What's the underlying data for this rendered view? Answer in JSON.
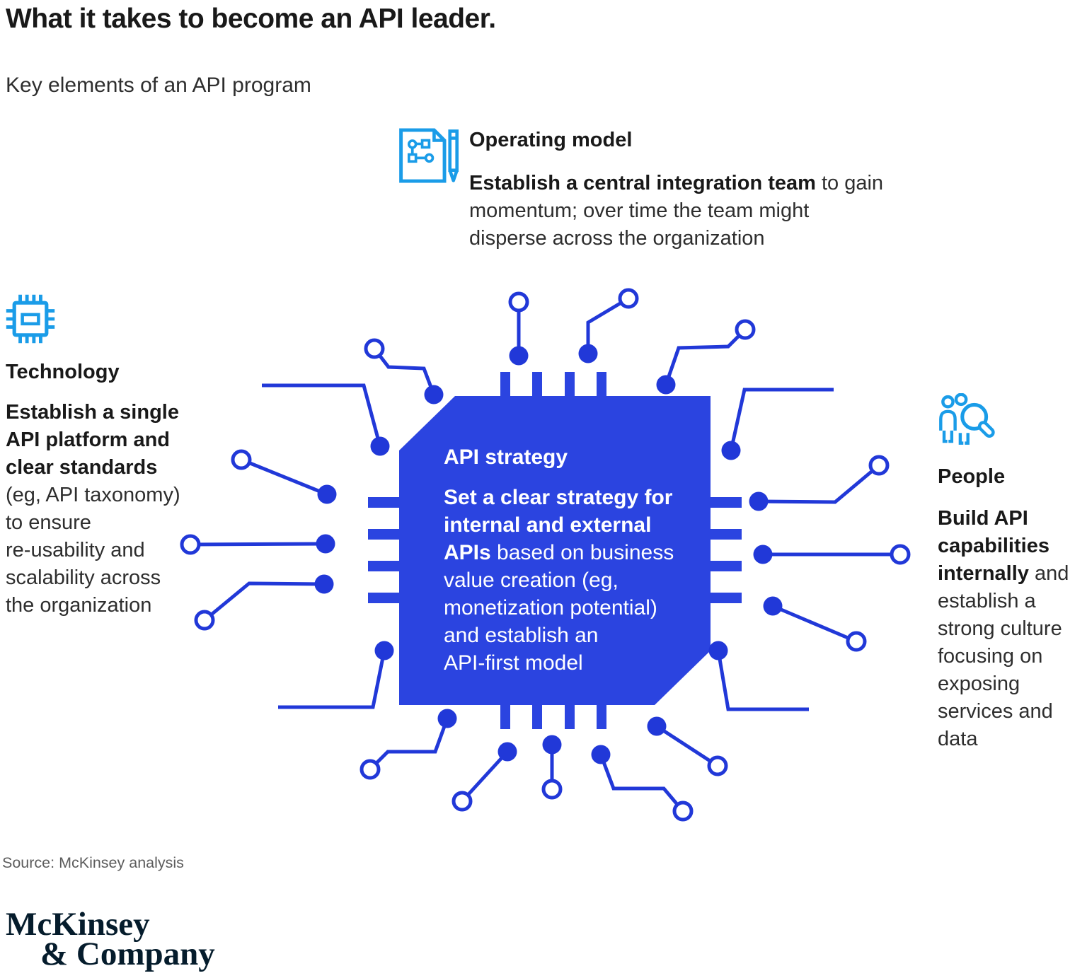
{
  "header": {
    "title": "What it takes to become an API leader.",
    "subtitle": "Key elements of an API program"
  },
  "sections": {
    "operating_model": {
      "icon": "flowchart-document-pencil-icon",
      "heading": "Operating model",
      "lead": "Establish a central integration team",
      "rest": " to gain\nmomentum; over time the team might\ndisperse across the organization"
    },
    "technology": {
      "icon": "microchip-icon",
      "heading": "Technology",
      "lead": "Establish a single\nAPI platform and\nclear standards",
      "rest": "\n(eg, API taxonomy)\nto ensure\nre-usability and\nscalability across\nthe organization"
    },
    "people": {
      "icon": "people-magnifier-icon",
      "heading": "People",
      "lead": "Build API\ncapabilities\ninternally",
      "rest": " and\nestablish a\nstrong culture\nfocusing on\nexposing\nservices and\ndata"
    },
    "api_strategy": {
      "heading": "API strategy",
      "lead": "Set a clear strategy for\ninternal and external\nAPIs",
      "rest": " based on business\nvalue creation (eg,\nmonetization potential)\nand establish an\nAPI-first model"
    }
  },
  "footer": {
    "source": "Source: McKinsey analysis",
    "logo_line1": "McKinsey",
    "logo_line2": "& Company"
  },
  "colors": {
    "chip_blue": "#2b44e0",
    "trace_blue": "#2138d8",
    "icon_cyan": "#1a9ce8",
    "logo_navy": "#051c2c",
    "heading_dark": "#191919",
    "body_dark": "#2e2e2e",
    "source_gray": "#5c5c5c",
    "chip_text_white": "#ffffff"
  }
}
